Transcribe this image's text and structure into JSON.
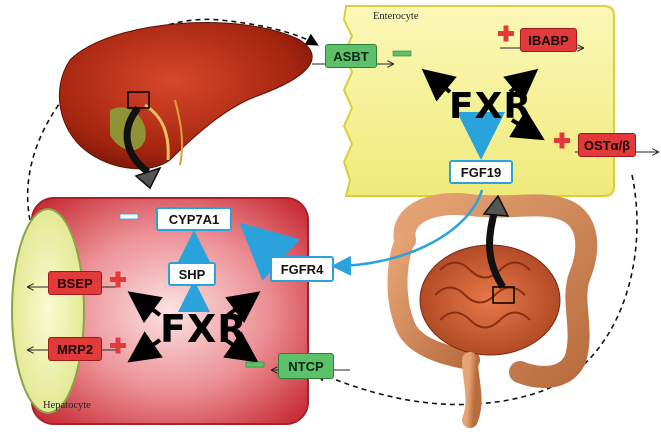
{
  "enterocyte": {
    "label": "Enterocyte",
    "fxr": "FXR",
    "fgf19": "FGF19",
    "asbt": "ASBT",
    "ibabp": "IBABP",
    "ost": "OSTα/β"
  },
  "hepatocyte": {
    "label": "Hepatocyte",
    "fxr": "FXR",
    "cyp7a1": "CYP7A1",
    "shp": "SHP",
    "fgfr4": "FGFR4",
    "bsep": "BSEP",
    "mrp2": "MRP2",
    "ntcp": "NTCP"
  },
  "colors": {
    "enterocyte_fill": "#f3ef90",
    "hepatocyte_fill": "#d9454b",
    "signal_blue": "#2aa3dc",
    "induce_red": "#e23a3a",
    "repress_green": "#5cc16a"
  },
  "icons": [
    "liver-illustration",
    "intestine-illustration",
    "plus-icon",
    "minus-icon",
    "dashed-circulation-arrow"
  ]
}
